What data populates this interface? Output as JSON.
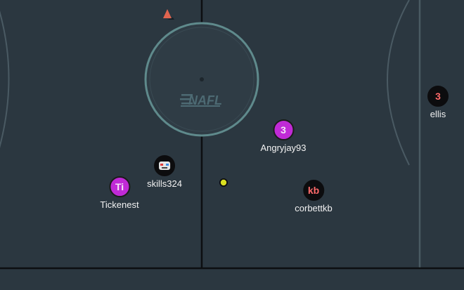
{
  "rink": {
    "logo_text": "NAFL",
    "colors": {
      "ice": "#2b3740",
      "line": "#0d0f11",
      "faceoff": "#5f8a8c",
      "accent_marker": "#e0644f",
      "puck": "#d9e021",
      "purple_team": "#c02ad6",
      "black_team": "#0c0c0e",
      "player_text_red": "#ff6a6a"
    }
  },
  "players": [
    {
      "id": "tickenest",
      "initials": "Ti",
      "name": "Tickenest",
      "style": "purple"
    },
    {
      "id": "skills324",
      "initials": "",
      "name": "skills324",
      "style": "black",
      "avatar": "robot-face-icon"
    },
    {
      "id": "angryjay93",
      "initials": "3",
      "name": "Angryjay93",
      "style": "purple"
    },
    {
      "id": "corbettkb",
      "initials": "kb",
      "name": "corbettkb",
      "style": "black"
    },
    {
      "id": "ellis",
      "initials": "3",
      "name": "ellis",
      "style": "black"
    }
  ],
  "puck": {
    "icon": "puck-icon"
  },
  "marker": {
    "icon": "triangle-marker-icon"
  }
}
